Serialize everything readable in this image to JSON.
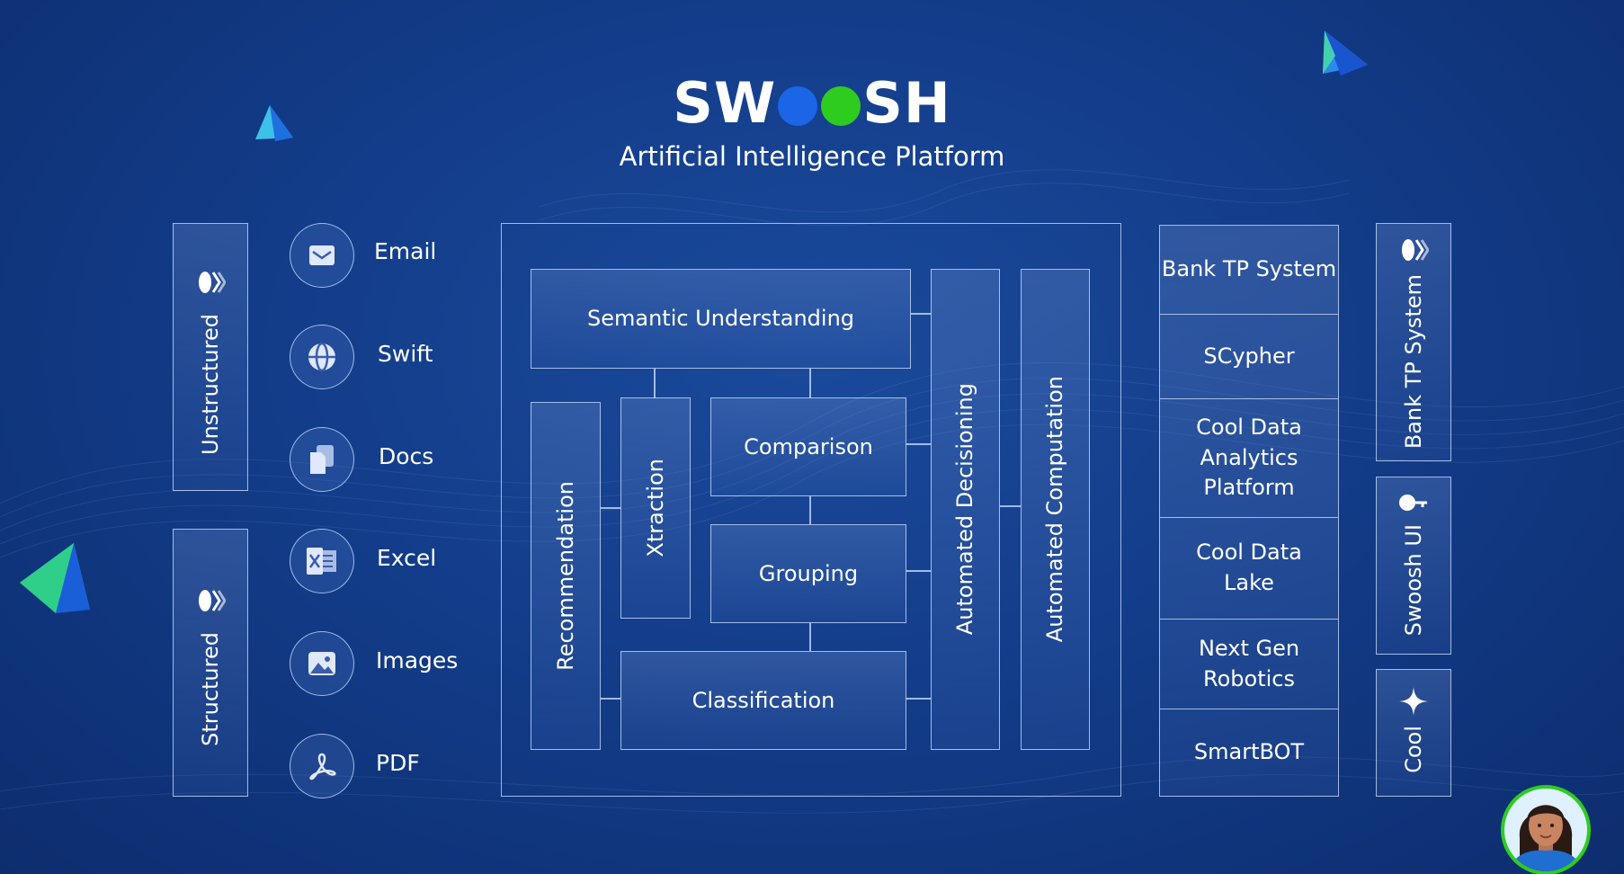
{
  "brand": {
    "left": "SW",
    "right": "SH",
    "dot_colors": [
      "#1a66e6",
      "#2ecc1f"
    ]
  },
  "subtitle": "Artificial Intelligence Platform",
  "left_categories": [
    {
      "label": "Unstructured",
      "icon": "logo-mark-icon"
    },
    {
      "label": "Structured",
      "icon": "logo-mark-icon"
    }
  ],
  "sources": [
    {
      "label": "Email",
      "icon": "email-icon"
    },
    {
      "label": "Swift",
      "icon": "globe-icon"
    },
    {
      "label": "Docs",
      "icon": "documents-icon"
    },
    {
      "label": "Excel",
      "icon": "excel-icon"
    },
    {
      "label": "Images",
      "icon": "image-icon"
    },
    {
      "label": "PDF",
      "icon": "pdf-icon"
    }
  ],
  "modules": {
    "semantic": "Semantic Understanding",
    "recommendation": "Recommendation",
    "xtraction": "Xtraction",
    "comparison": "Comparison",
    "grouping": "Grouping",
    "classification": "Classification",
    "decisioning": "Automated Decisioning",
    "computation": "Automated Computation"
  },
  "systems": [
    "Bank TP System",
    "SCypher",
    "Cool Data Analytics Platform",
    "Cool Data Lake",
    "Next Gen Robotics",
    "SmartBOT"
  ],
  "right_categories": [
    {
      "label": "Bank TP System",
      "icon": "logo-mark-icon"
    },
    {
      "label": "Swoosh UI",
      "icon": "key-icon"
    },
    {
      "label": "Cool",
      "icon": "sparkle-icon"
    }
  ],
  "colors": {
    "background": "#133d8a",
    "border": "#d2e1ff",
    "avatar_ring": "#2ecc1f"
  }
}
